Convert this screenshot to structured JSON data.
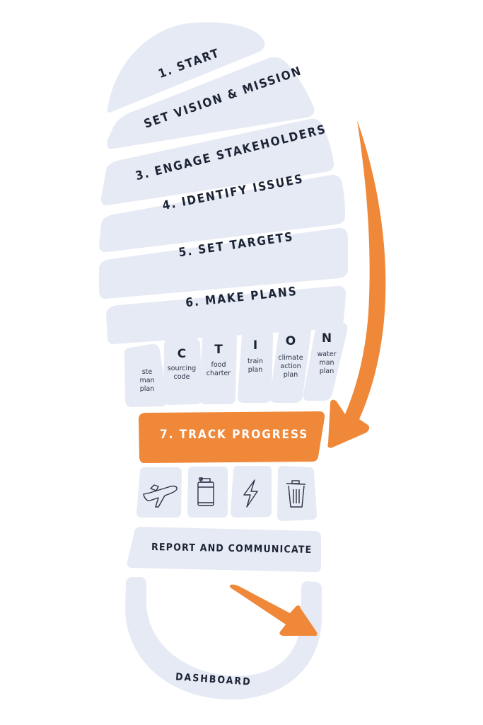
{
  "diagram": {
    "type": "footprint-process",
    "colors": {
      "band_fill": "#e6eaf4",
      "accent_orange": "#f0883a",
      "text_dark": "#1b2435",
      "background": "#ffffff"
    },
    "steps": [
      {
        "id": 1,
        "label": "1. START"
      },
      {
        "id": 2,
        "label": "SET VISION & MISSION"
      },
      {
        "id": 3,
        "label": "3. ENGAGE STAKEHOLDERS"
      },
      {
        "id": 4,
        "label": "4. IDENTIFY ISSUES"
      },
      {
        "id": 5,
        "label": "5. SET TARGETS"
      },
      {
        "id": 6,
        "label": "6. MAKE PLANS"
      }
    ],
    "action_tiles": [
      {
        "letter": "",
        "lines": [
          "ste",
          "man",
          "plan"
        ]
      },
      {
        "letter": "C",
        "lines": [
          "sourcing",
          "code"
        ]
      },
      {
        "letter": "T",
        "lines": [
          "food",
          "charter"
        ]
      },
      {
        "letter": "I",
        "lines": [
          "train",
          "plan"
        ]
      },
      {
        "letter": "O",
        "lines": [
          "climate",
          "action",
          "plan"
        ]
      },
      {
        "letter": "N",
        "lines": [
          "water",
          "man",
          "plan"
        ]
      }
    ],
    "highlight_step": {
      "label": "7. TRACK PROGRESS"
    },
    "tracking_icons": [
      {
        "name": "airplane-icon"
      },
      {
        "name": "fuel-canister-icon"
      },
      {
        "name": "lightning-bolt-icon"
      },
      {
        "name": "trash-bin-icon"
      }
    ],
    "report_step": {
      "label": "REPORT AND COMMUNICATE"
    },
    "heel": {
      "label": "DASHBOARD"
    },
    "arrows": [
      {
        "name": "main-flow-arrow",
        "direction": "down",
        "color": "#f0883a"
      },
      {
        "name": "heel-arrow",
        "direction": "down-right",
        "color": "#f0883a"
      }
    ]
  }
}
